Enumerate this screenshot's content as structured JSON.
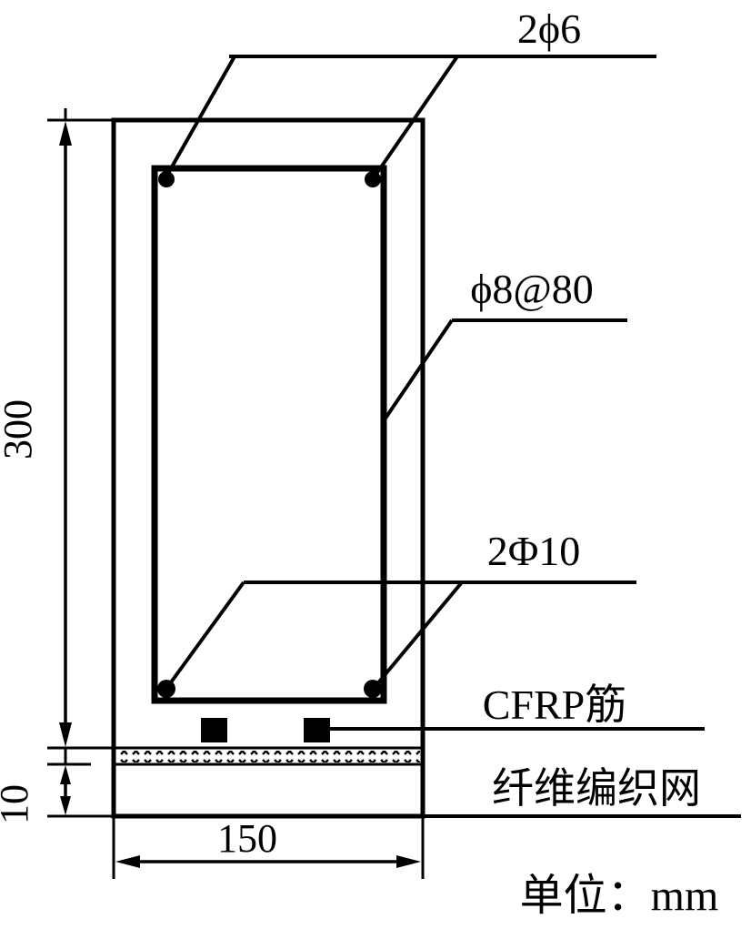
{
  "annotations": {
    "top_bars": "2ϕ6",
    "stirrup": "ϕ8@80",
    "bottom_bars": "2Φ10",
    "cfrp_bar": "CFRP筋",
    "fiber_mesh": "纤维编织网",
    "unit": "单位：mm"
  },
  "dimensions": {
    "beam_height": "300",
    "beam_width": "150",
    "layer_thickness": "10"
  },
  "colors": {
    "line": "#000000",
    "background": "#ffffff"
  }
}
